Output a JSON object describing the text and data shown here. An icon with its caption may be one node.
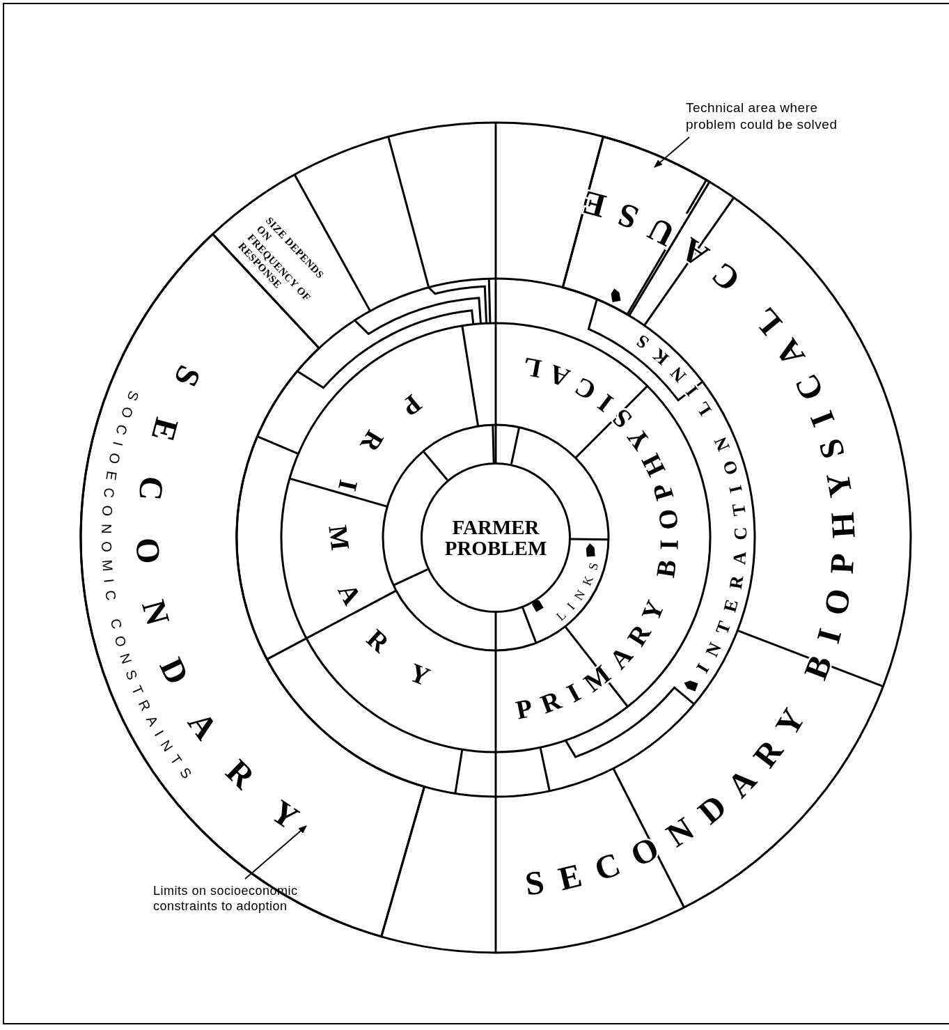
{
  "diagram": {
    "nodes": [
      {
        "text": [
          "FARMER PROBLEM"
        ]
      },
      {
        "text": [
          "SIZE DEPENDS ON FREQUENCY OF RESPONSE"
        ]
      },
      {
        "text": [
          "Technical area where problem could be solved"
        ]
      },
      {
        "text": [],
        "shape": "sector"
      },
      {
        "text": [
          "Limits on socioeconomic constraints to adoption"
        ]
      },
      {
        "text": [],
        "shape": "sector"
      }
    ],
    "edges": [
      {
        "from": 2,
        "to": 3,
        "arrow": "to"
      },
      {
        "from": 4,
        "to": 5,
        "arrow": "to"
      }
    ],
    "labels": [
      "PRIMARY",
      "PRIMARY BIOPHYSICAL",
      "LINKS",
      "INTERACTION LINKS",
      "SECONDARY BIOPHYSICAL CAUSE",
      "SECONDARY",
      "SOCIOECONOMIC CONSTRAINTS"
    ]
  }
}
